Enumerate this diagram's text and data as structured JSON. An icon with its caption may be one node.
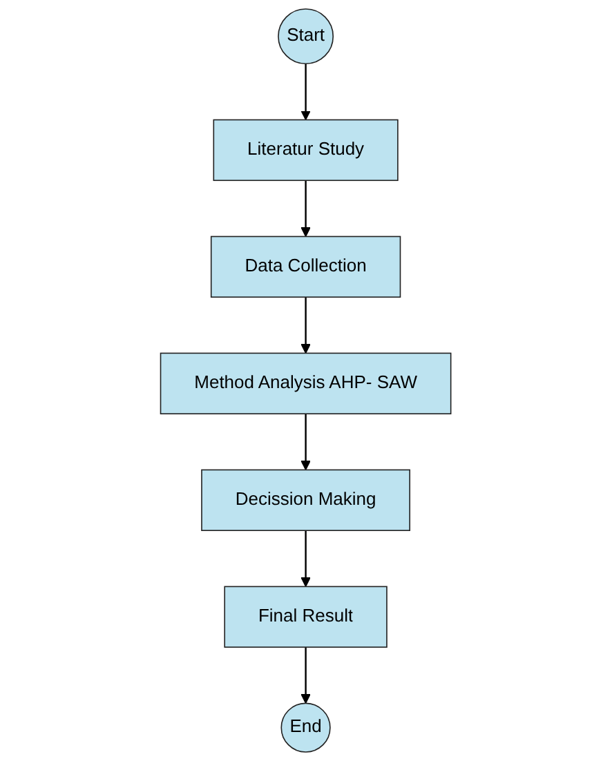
{
  "diagram": {
    "nodes": [
      {
        "text": [
          "Start"
        ]
      },
      {
        "text": [
          "Literatur Study"
        ]
      },
      {
        "text": [
          "Data Collection"
        ]
      },
      {
        "text": [
          "Method Analysis AHP- SAW"
        ]
      },
      {
        "text": [
          "Decission Making"
        ]
      },
      {
        "text": [
          "Final Result"
        ]
      },
      {
        "text": [
          "End"
        ]
      }
    ],
    "edges": [
      {
        "from": 0,
        "to": 1,
        "arrow": "to"
      },
      {
        "from": 1,
        "to": 2,
        "arrow": "to"
      },
      {
        "from": 2,
        "to": 3,
        "arrow": "to"
      },
      {
        "from": 3,
        "to": 4,
        "arrow": "to"
      },
      {
        "from": 4,
        "to": 5,
        "arrow": "to"
      },
      {
        "from": 5,
        "to": 6,
        "arrow": "to"
      }
    ]
  }
}
